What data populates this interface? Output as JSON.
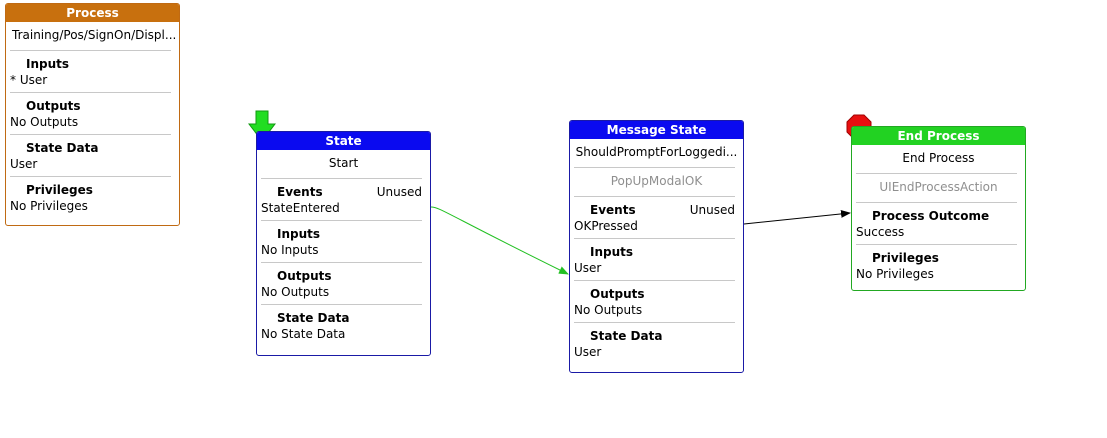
{
  "process": {
    "title": "Process",
    "path": "Training/Pos/SignOn/Displ...",
    "sections": [
      {
        "title": "Inputs",
        "value": "* User"
      },
      {
        "title": "Outputs",
        "value": "No Outputs"
      },
      {
        "title": "State Data",
        "value": "User"
      },
      {
        "title": "Privileges",
        "value": "No Privileges"
      }
    ]
  },
  "state": {
    "title": "State",
    "name": "Start",
    "events": {
      "title": "Events",
      "tag": "Unused",
      "value": "StateEntered"
    },
    "sections": [
      {
        "title": "Inputs",
        "value": "No Inputs"
      },
      {
        "title": "Outputs",
        "value": "No Outputs"
      },
      {
        "title": "State Data",
        "value": "No State Data"
      }
    ]
  },
  "message_state": {
    "title": "Message State",
    "name": "ShouldPromptForLoggedi...",
    "action": "PopUpModalOK",
    "events": {
      "title": "Events",
      "tag": "Unused",
      "value": "OKPressed"
    },
    "sections": [
      {
        "title": "Inputs",
        "value": "User"
      },
      {
        "title": "Outputs",
        "value": "No Outputs"
      },
      {
        "title": "State Data",
        "value": "User"
      }
    ]
  },
  "end_process": {
    "title": "End Process",
    "name": "End Process",
    "action": "UIEndProcessAction",
    "sections": [
      {
        "title": "Process Outcome",
        "value": "Success"
      },
      {
        "title": "Privileges",
        "value": "No Privileges"
      }
    ]
  },
  "colors": {
    "process": "#c8700e",
    "state": "#0a0af0",
    "end_process": "#22d222",
    "start_marker": "#22dd22",
    "stop_marker": "#e81010",
    "connector_green": "#22c022",
    "connector_black": "#000000"
  },
  "icons": {
    "start_marker": "green-down-arrow-icon",
    "end_marker": "red-octagon-stop-icon"
  }
}
